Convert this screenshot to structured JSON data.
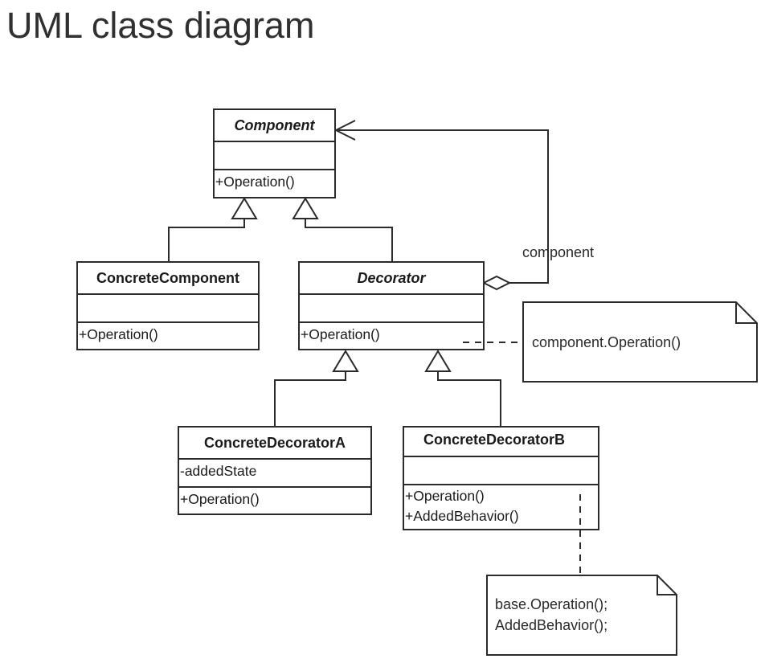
{
  "page": {
    "title": "UML class diagram"
  },
  "classes": {
    "component": {
      "name": "Component",
      "methods": [
        "+Operation()"
      ]
    },
    "concrete_component": {
      "name": "ConcreteComponent",
      "methods": [
        "+Operation()"
      ]
    },
    "decorator": {
      "name": "Decorator",
      "methods": [
        "+Operation()"
      ]
    },
    "concrete_decorator_a": {
      "name": "ConcreteDecoratorA",
      "attributes": [
        "-addedState"
      ],
      "methods": [
        "+Operation()"
      ]
    },
    "concrete_decorator_b": {
      "name": "ConcreteDecoratorB",
      "methods": [
        "+Operation()",
        "+AddedBehavior()"
      ]
    }
  },
  "associations": {
    "component_role": "component"
  },
  "notes": {
    "decorator_note": [
      "component.Operation()"
    ],
    "decorator_b_note": [
      "base.Operation();",
      "AddedBehavior();"
    ]
  }
}
